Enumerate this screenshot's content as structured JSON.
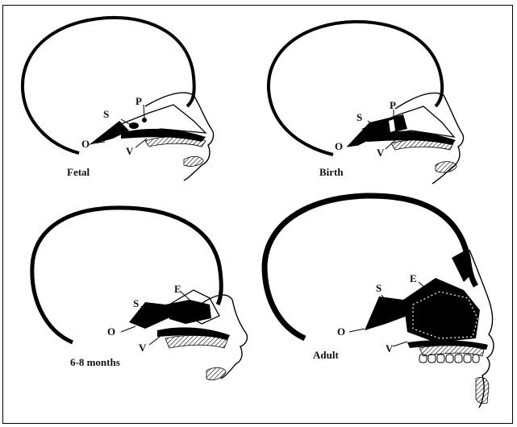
{
  "panels": [
    {
      "caption": "Fetal",
      "labels": {
        "S": "S",
        "P": "P",
        "O": "O",
        "V": "V"
      }
    },
    {
      "caption": "Birth",
      "labels": {
        "S": "S",
        "P": "P",
        "O": "O",
        "V": "V"
      }
    },
    {
      "caption": "6-8 months",
      "labels": {
        "S": "S",
        "E": "E",
        "O": "O",
        "V": "V"
      }
    },
    {
      "caption": "Adult",
      "labels": {
        "S": "S",
        "E": "E",
        "O": "O",
        "V": "V"
      }
    }
  ]
}
